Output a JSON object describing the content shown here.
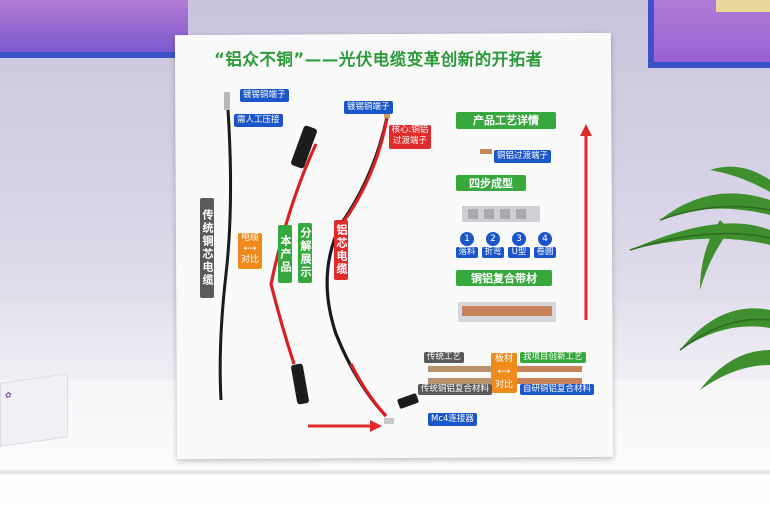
{
  "board": {
    "title": "“铝众不铜”——光伏电缆变革创新的开拓者",
    "left": {
      "top_label": "镀锡铜端子",
      "sub_label": "需人工压接",
      "vertical": "传统铜芯电缆",
      "compare_top": "电缆",
      "compare_arrow": "⟷",
      "compare_bottom": "对比"
    },
    "center": {
      "product": "本产品",
      "explode": "分解展示",
      "top_label": "镀锡铜端子",
      "core_label": "核心:铜铝过渡端子",
      "al_cable": "铝芯电缆",
      "connector": "Mc4连接器"
    },
    "right": {
      "process_title": "产品工艺详情",
      "terminal_label": "铜铝过渡端子",
      "four_step": "四步成型",
      "steps": [
        {
          "num": "1",
          "txt": "落料"
        },
        {
          "num": "2",
          "txt": "折弯"
        },
        {
          "num": "3",
          "txt": "U型"
        },
        {
          "num": "4",
          "txt": "卷圆"
        }
      ],
      "composite_strip": "铜铝复合带材",
      "traditional_process": "传统工艺",
      "plate_top": "板材",
      "plate_arrow": "⟷",
      "plate_bottom": "对比",
      "innovation": "我项目创新工艺",
      "traditional_material": "传统铜铝复合材料",
      "self_material": "自研铜铝复合材料"
    },
    "colors": {
      "title_green": "#2d9a3a",
      "label_blue": "#1a55c9",
      "accent_red": "#e02b2b",
      "accent_orange": "#f08a1c"
    }
  }
}
